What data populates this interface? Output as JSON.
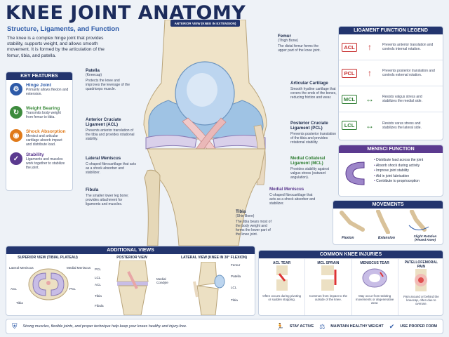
{
  "title": "KNEE JOINT ANATOMY",
  "subtitle": "Structure, Ligaments, and Function",
  "intro": "The knee is a complex hinge joint that provides stability, supports weight, and allows smooth movement. It is formed by the articulation of the femur, tibia, and patella.",
  "key_features": {
    "header": "KEY FEATURES",
    "items": [
      {
        "title": "Hinge Joint",
        "desc": "Primarily allows flexion and extension.",
        "color": "#2d5aa8",
        "icon": "hinge-icon"
      },
      {
        "title": "Weight Bearing",
        "desc": "Transmits body weight from femur to tibia.",
        "color": "#3d8b3d",
        "icon": "weight-icon"
      },
      {
        "title": "Shock Absorption",
        "desc": "Menisci and articular cartilage absorb impact and distribute load.",
        "color": "#e07a1a",
        "icon": "shock-icon"
      },
      {
        "title": "Stability",
        "desc": "Ligaments and muscles work together to stabilize the joint.",
        "color": "#5b3a8f",
        "icon": "shield-icon"
      }
    ]
  },
  "main_view_tag": "ANTERIOR VIEW (KNEE IN EXTENSION)",
  "labels": {
    "femur": {
      "title": "Femur",
      "sub": "(Thigh Bone)",
      "desc": "The distal femur forms the upper part of the knee joint."
    },
    "patella": {
      "title": "Patella",
      "sub": "(Kneecap)",
      "desc": "Protects the knee and improves the leverage of the quadriceps muscle."
    },
    "cartilage": {
      "title": "Articular Cartilage",
      "desc": "Smooth hyaline cartilage that covers the ends of the bones, reducing friction and wear."
    },
    "acl": {
      "title": "Anterior Cruciate Ligament (ACL)",
      "desc": "Prevents anterior translation of the tibia and provides rotational stability."
    },
    "pcl": {
      "title": "Posterior Cruciate Ligament (PCL)",
      "desc": "Prevents posterior translation of the tibia and provides rotational stability."
    },
    "lat_meniscus": {
      "title": "Lateral Meniscus",
      "desc": "C-shaped fibrocartilage that acts as a shock absorber and stabilizer."
    },
    "mcl": {
      "title": "Medial Collateral Ligament (MCL)",
      "desc": "Provides stability against valgus stress (outward angulation)."
    },
    "fibula": {
      "title": "Fibula",
      "desc": "The smaller lower leg bone; provides attachment for ligaments and muscles."
    },
    "med_meniscus": {
      "title": "Medial Meniscus",
      "desc": "C-shaped fibrocartilage that acts as a shock absorber and stabilizer."
    },
    "tibia": {
      "title": "Tibia",
      "sub": "(Shin Bone)",
      "desc": "The tibia bears most of the body weight and forms the lower part of the knee joint."
    }
  },
  "legend": {
    "header": "LIGAMENT FUNCTION LEGEND",
    "items": [
      {
        "code": "ACL",
        "color": "#c62828",
        "desc": "Prevents anterior translation and controls internal rotation."
      },
      {
        "code": "PCL",
        "color": "#c62828",
        "desc": "Prevents posterior translation and controls external rotation."
      },
      {
        "code": "MCL",
        "color": "#2e7d32",
        "desc": "Resists valgus stress and stabilizes the medial side."
      },
      {
        "code": "LCL",
        "color": "#2e7d32",
        "desc": "Resists varus stress and stabilizes the lateral side."
      }
    ]
  },
  "menisci": {
    "header": "MENISCI FUNCTION",
    "items": [
      "Distribute load across the joint",
      "Absorb shock during activity",
      "Improve joint stability",
      "Aid in joint lubrication",
      "Contribute to proprioception"
    ]
  },
  "movements": {
    "header": "MOVEMENTS",
    "items": [
      "Flexion",
      "Extension",
      "Slight Rotation (Flexed Knee)"
    ]
  },
  "additional": {
    "header": "ADDITIONAL VIEWS",
    "superior": {
      "title": "SUPERIOR VIEW (TIBIAL PLATEAU)",
      "labels": [
        "Lateral Meniscus",
        "Medial Meniscus",
        "ACL",
        "PCL",
        "Tibia"
      ]
    },
    "posterior": {
      "title": "POSTERIOR VIEW",
      "labels": [
        "PCL",
        "LCL",
        "ACL",
        "Tibia",
        "Fibula",
        "Medial Condyle"
      ]
    },
    "lateral": {
      "title": "LATERAL VIEW (KNEE IN 30° FLEXION)",
      "labels": [
        "Femur",
        "Patella",
        "LCL",
        "Tibia"
      ]
    }
  },
  "injuries": {
    "header": "COMMON KNEE INJURIES",
    "items": [
      {
        "title": "ACL TEAR",
        "desc": "Often occurs during pivoting or sudden stopping."
      },
      {
        "title": "MCL SPRAIN",
        "desc": "Common from impact to the outside of the knee."
      },
      {
        "title": "MENISCUS TEAR",
        "desc": "May occur from twisting movements or degenerative wear."
      },
      {
        "title": "PATELLOFEMORAL PAIN",
        "desc": "Pain around or behind the kneecap, often due to overuse."
      }
    ]
  },
  "footer": {
    "text": "Strong muscles, flexible joints, and proper technique help keep your knees healthy and injury-free.",
    "actions": [
      "STAY ACTIVE",
      "MAINTAIN HEALTHY WEIGHT",
      "USE PROPER FORM"
    ]
  }
}
